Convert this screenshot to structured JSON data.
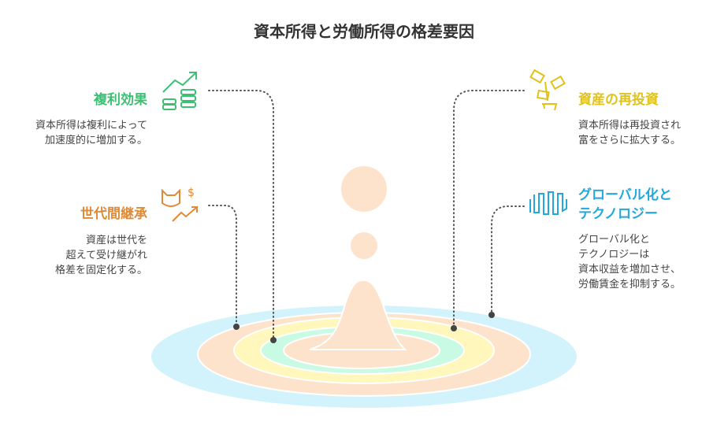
{
  "title": "資本所得と労働所得の格差要因",
  "items": [
    {
      "heading": "複利効果",
      "description": [
        "資本所得は複利によって",
        "加速度的に増加する。"
      ],
      "color": "#3dbf74",
      "icon": "chart-coins-icon"
    },
    {
      "heading": "世代間継承",
      "description": [
        "資産は世代を",
        "超えて受け継がれ",
        "格差を固定化する。"
      ],
      "color": "#e08a36",
      "icon": "cat-money-growth-icon"
    },
    {
      "heading": "資産の再投資",
      "description": [
        "資本所得は再投資され",
        "富をさらに拡大する。"
      ],
      "color": "#e0c21a",
      "icon": "money-plant-icon"
    },
    {
      "heading": [
        "グローバル化と",
        "テクノロジー"
      ],
      "description": [
        "グローバル化と",
        "テクノロジーは",
        "資本収益を増加させ、",
        "労働賃金を抑制する。"
      ],
      "color": "#22a8dc",
      "icon": "wave-signal-icon"
    }
  ],
  "colors": {
    "blue": "#d2f2fc",
    "peach": "#fde3cc",
    "yellow": "#fff7bb",
    "mint": "#c9fbe4",
    "dot": "#444444"
  }
}
